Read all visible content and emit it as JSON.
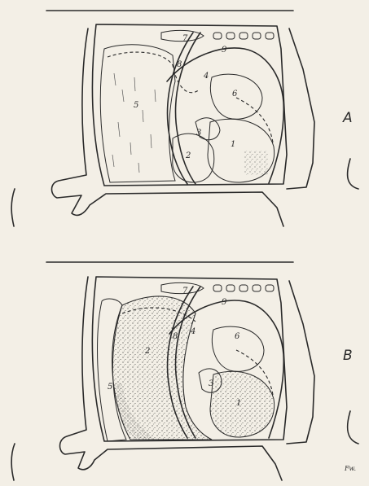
{
  "figure": {
    "panels": [
      {
        "label": "A",
        "numbers": {
          "n1": "1",
          "n2": "2",
          "n3": "3",
          "n4": "4",
          "n5": "5",
          "n6": "6",
          "n7": "7",
          "n8": "8",
          "n9": "9"
        }
      },
      {
        "label": "B",
        "numbers": {
          "n1": "1",
          "n2": "2",
          "n3": "3",
          "n4": "4",
          "n5": "5",
          "n6": "6",
          "n7": "7",
          "n8": "8",
          "n9": "9"
        }
      }
    ],
    "signature": "Fw."
  }
}
